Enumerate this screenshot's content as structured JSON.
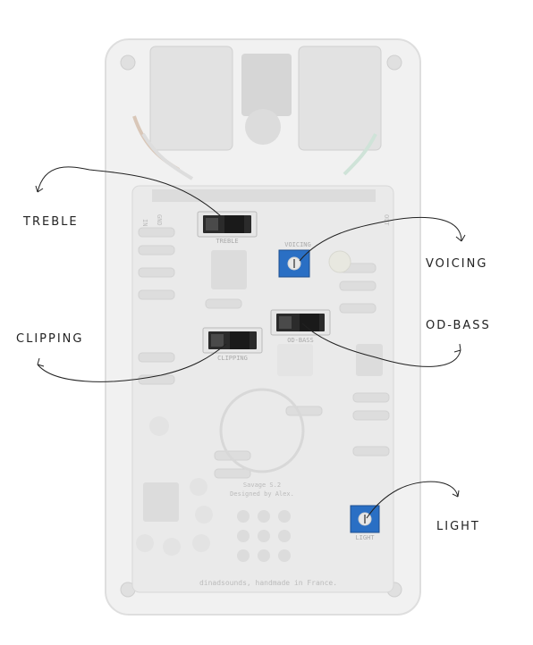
{
  "callouts": {
    "treble": "TREBLE",
    "voicing": "VOICING",
    "clipping": "CLIPPING",
    "od_bass": "OD-BASS",
    "light": "LIGHT"
  },
  "board_labels": {
    "in": "IN",
    "gnd": "GND",
    "out": "OUT",
    "treble_switch": "TREBLE",
    "voicing_trim": "VOICING",
    "clipping_switch": "CLIPPING",
    "od_bass_switch": "OD-BASS",
    "light_trim": "LIGHT",
    "model": "Savage S.2",
    "designer": "Designed by Alex.",
    "footer": "dinadsounds, handmade in France."
  },
  "colors": {
    "board": "#eeeeee",
    "trimmer": "#2a6fc4",
    "switch": "#333333",
    "ink": "#222222"
  }
}
